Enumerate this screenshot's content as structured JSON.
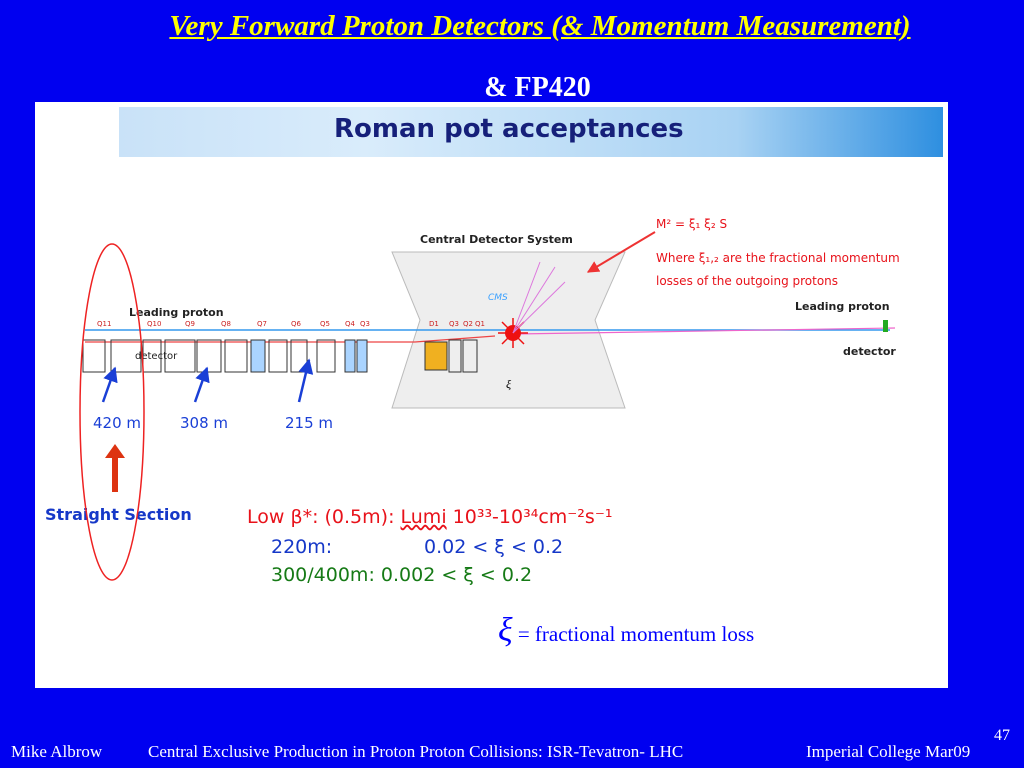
{
  "slide": {
    "title": "Very Forward Proton Detectors (& Momentum Measurement)",
    "subtitle": "& FP420",
    "page_number": "47",
    "footer_left": "Mike Albrow",
    "footer_center": "Central Exclusive Production in Proton Proton Collisions: ISR-Tevatron- LHC",
    "footer_right": "Imperial College Mar09"
  },
  "figure": {
    "banner_title": "Roman pot acceptances",
    "central_detector": "Central Detector System",
    "cms": "CMS",
    "leading_proton_left": "Leading proton",
    "detector_left": "detector",
    "leading_proton_right": "Leading proton",
    "detector_right": "detector",
    "mass_formula": "M² = ξ₁ ξ₂ S",
    "where_line1": "Where ξ₁,₂ are the fractional momentum",
    "where_line2": "losses of the outgoing protons",
    "xi_small": "ξ",
    "dist_420": "420 m",
    "dist_308": "308 m",
    "dist_215": "215 m",
    "straight_section": "Straight Section",
    "magnet_labels": [
      "Q11",
      "Q10",
      "Q9",
      "Q8",
      "Q7",
      "Q6",
      "Q5",
      "Q4",
      "Q3",
      "D1",
      "Q3",
      "Q2",
      "Q1"
    ]
  },
  "acceptance": {
    "lowbeta_prefix": "Low β*: (0.5m): ",
    "lumi": "Lumi",
    "lumi_range": " 10³³-10³⁴cm⁻²s⁻¹",
    "row1_label": "220m:",
    "row1_range": "0.02 < ξ < 0.2",
    "row2_label": "300/400m:",
    "row2_range": "0.002 < ξ < 0.2"
  },
  "note": {
    "symbol": "ξ",
    "text": "= fractional momentum loss"
  },
  "colors": {
    "background": "#0000f0",
    "title": "#ffff00",
    "red_text": "#e8121a",
    "blue_text": "#1638c8",
    "green_text": "#167a16"
  }
}
